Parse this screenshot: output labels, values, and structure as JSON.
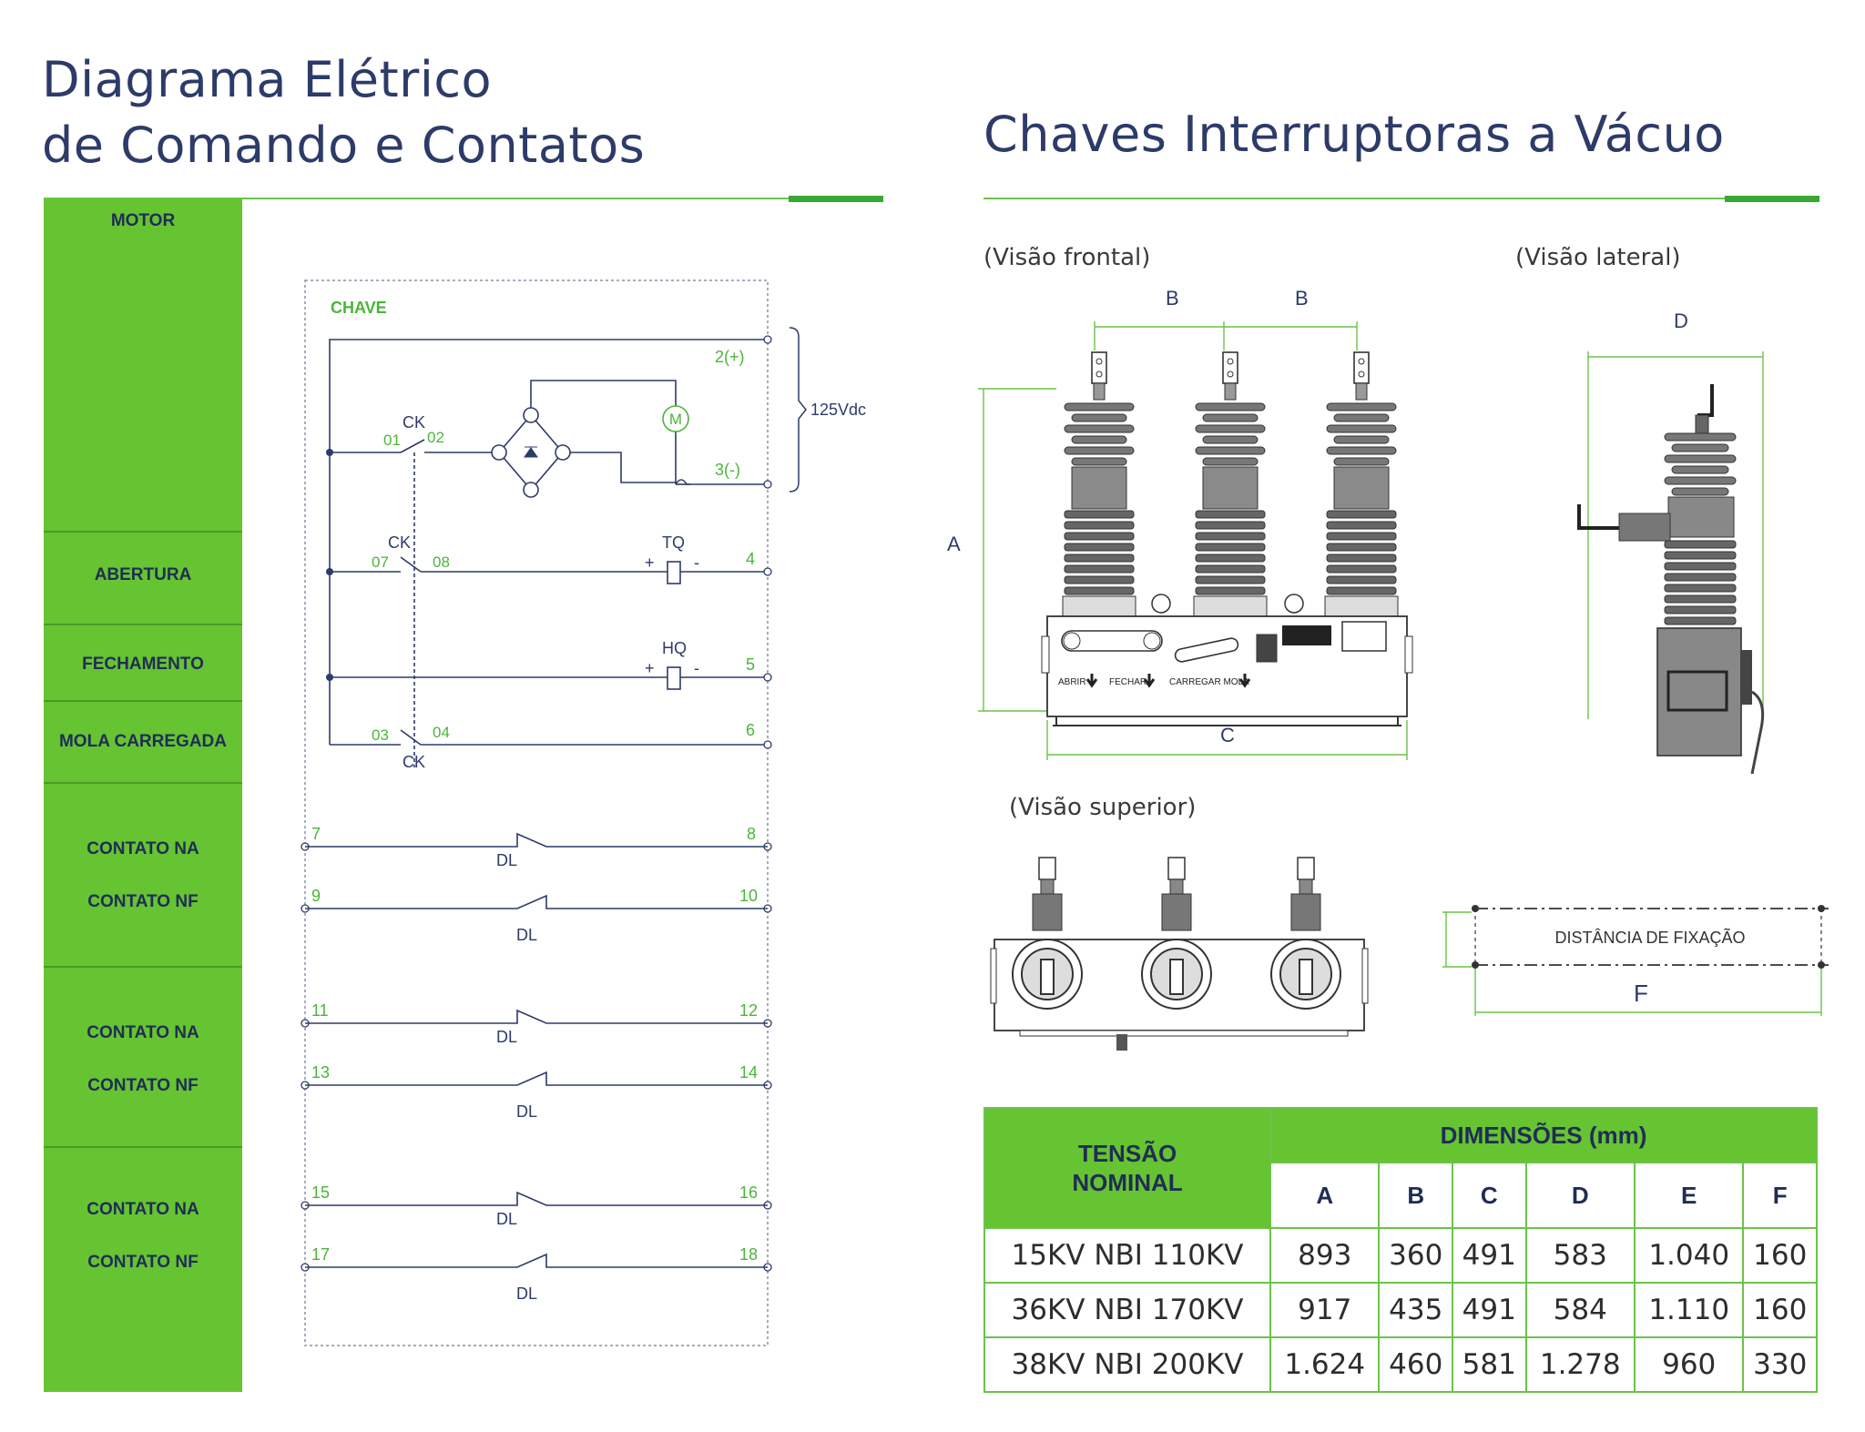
{
  "left_title": {
    "line1": "Diagrama Elétrico",
    "line2": "de Comando e Contatos"
  },
  "right_title": "Chaves Interruptoras a Vácuo",
  "sidebar": {
    "motor": "MOTOR",
    "abertura": "ABERTURA",
    "fechamento": "FECHAMENTO",
    "mola": "MOLA CARREGADA",
    "na1": "CONTATO NA",
    "nf1": "CONTATO NF",
    "na2": "CONTATO NA",
    "nf2": "CONTATO NF",
    "na3": "CONTATO NA",
    "nf3": "CONTATO NF"
  },
  "diagram": {
    "chave": "CHAVE",
    "ck": "CK",
    "t_2plus": "2(+)",
    "t_3minus": "3(-)",
    "voltage": "125Vdc",
    "c01": "01",
    "c02": "02",
    "c07": "07",
    "c08": "08",
    "c03": "03",
    "c04": "04",
    "motor_symbol": "M",
    "tq": "TQ",
    "hq": "HQ",
    "plus": "+",
    "minus": "-",
    "t4": "4",
    "t5": "5",
    "t6": "6",
    "dl": "DL",
    "n7": "7",
    "n8": "8",
    "n9": "9",
    "n10": "10",
    "n11": "11",
    "n12": "12",
    "n13": "13",
    "n14": "14",
    "n15": "15",
    "n16": "16",
    "n17": "17",
    "n18": "18"
  },
  "views": {
    "frontal": "(Visão frontal)",
    "lateral": "(Visão lateral)",
    "superior": "(Visão superior)",
    "dim_A": "A",
    "dim_B": "B",
    "dim_C": "C",
    "dim_D": "D",
    "btn_abrir": "ABRIR",
    "btn_fechar": "FECHAR",
    "btn_carregar": "CARREGAR MOLA",
    "fixacao": "DISTÂNCIA DE FIXAÇÃO",
    "dim_F": "F"
  },
  "table": {
    "tensao": "TENSÃO NOMINAL",
    "dimensoes": "DIMENSÕES (mm)",
    "columns": [
      "A",
      "B",
      "C",
      "D",
      "E",
      "F"
    ],
    "rows": [
      {
        "tensao": "15KV NBI 110KV",
        "values": [
          "893",
          "360",
          "491",
          "583",
          "1.040",
          "160"
        ]
      },
      {
        "tensao": "36KV NBI 170KV",
        "values": [
          "917",
          "435",
          "491",
          "584",
          "1.110",
          "160"
        ]
      },
      {
        "tensao": "38KV NBI 200KV",
        "values": [
          "1.624",
          "460",
          "581",
          "1.278",
          "960",
          "330"
        ]
      }
    ]
  }
}
